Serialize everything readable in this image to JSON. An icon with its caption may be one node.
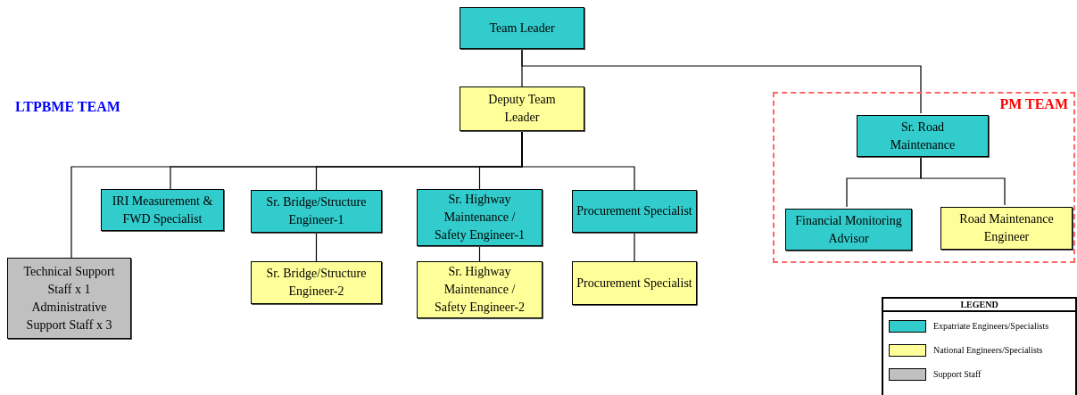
{
  "diagram": {
    "nodes": [
      {
        "text": [
          "Team Leader"
        ]
      },
      {
        "text": [
          "Deputy Team Leader"
        ]
      },
      {
        "text": [
          "PM TEAM"
        ]
      },
      {
        "text": [
          "Sr. Road Maintenance"
        ],
        "in": 2
      },
      {
        "text": [
          "IRI Measurement & FWD Specialist"
        ]
      },
      {
        "text": [
          "Sr. Bridge/Structure Engineer-1"
        ]
      },
      {
        "text": [
          "Sr. Highway Maintenance / Safety Engineer-1"
        ]
      },
      {
        "text": [
          "Procurement Specialist"
        ]
      },
      {
        "text": [
          "Financial Monitoring Advisor"
        ],
        "in": 2
      },
      {
        "text": [
          "Road Maintenance Engineer"
        ],
        "in": 2
      },
      {
        "text": [
          "Technical Support Staff x  1 Administrative Support Staff x 3"
        ]
      },
      {
        "text": [
          "Sr. Bridge/Structure Engineer-2"
        ]
      },
      {
        "text": [
          "Sr. Highway Maintenance / Safety Engineer-2"
        ]
      },
      {
        "text": [
          "Procurement Specialist"
        ]
      }
    ],
    "edges": [
      {
        "from": 0,
        "to": 1,
        "arrow": "none"
      },
      {
        "from": 0,
        "to": 3,
        "arrow": "none"
      },
      {
        "from": 1,
        "to": 10,
        "arrow": "none"
      },
      {
        "from": 1,
        "to": 4,
        "arrow": "none"
      },
      {
        "from": 1,
        "to": 5,
        "arrow": "none"
      },
      {
        "from": 1,
        "to": 6,
        "arrow": "none"
      },
      {
        "from": 1,
        "to": 7,
        "arrow": "none"
      },
      {
        "from": 3,
        "to": 8,
        "arrow": "none"
      },
      {
        "from": 3,
        "to": 9,
        "arrow": "none"
      },
      {
        "from": 5,
        "to": 11,
        "arrow": "none"
      },
      {
        "from": 6,
        "to": 12,
        "arrow": "none"
      },
      {
        "from": 7,
        "to": 13,
        "arrow": "none"
      }
    ],
    "labels": [
      "LTPBME TEAM",
      "LEGEND"
    ],
    "legend": [
      {
        "text": "Expatriate Engineers/Specialists",
        "color": "#33cccc"
      },
      {
        "text": "National Engineers/Specialists",
        "color": "#ffff99"
      },
      {
        "text": "Support Staff",
        "color": "#c0c0c0"
      }
    ]
  }
}
